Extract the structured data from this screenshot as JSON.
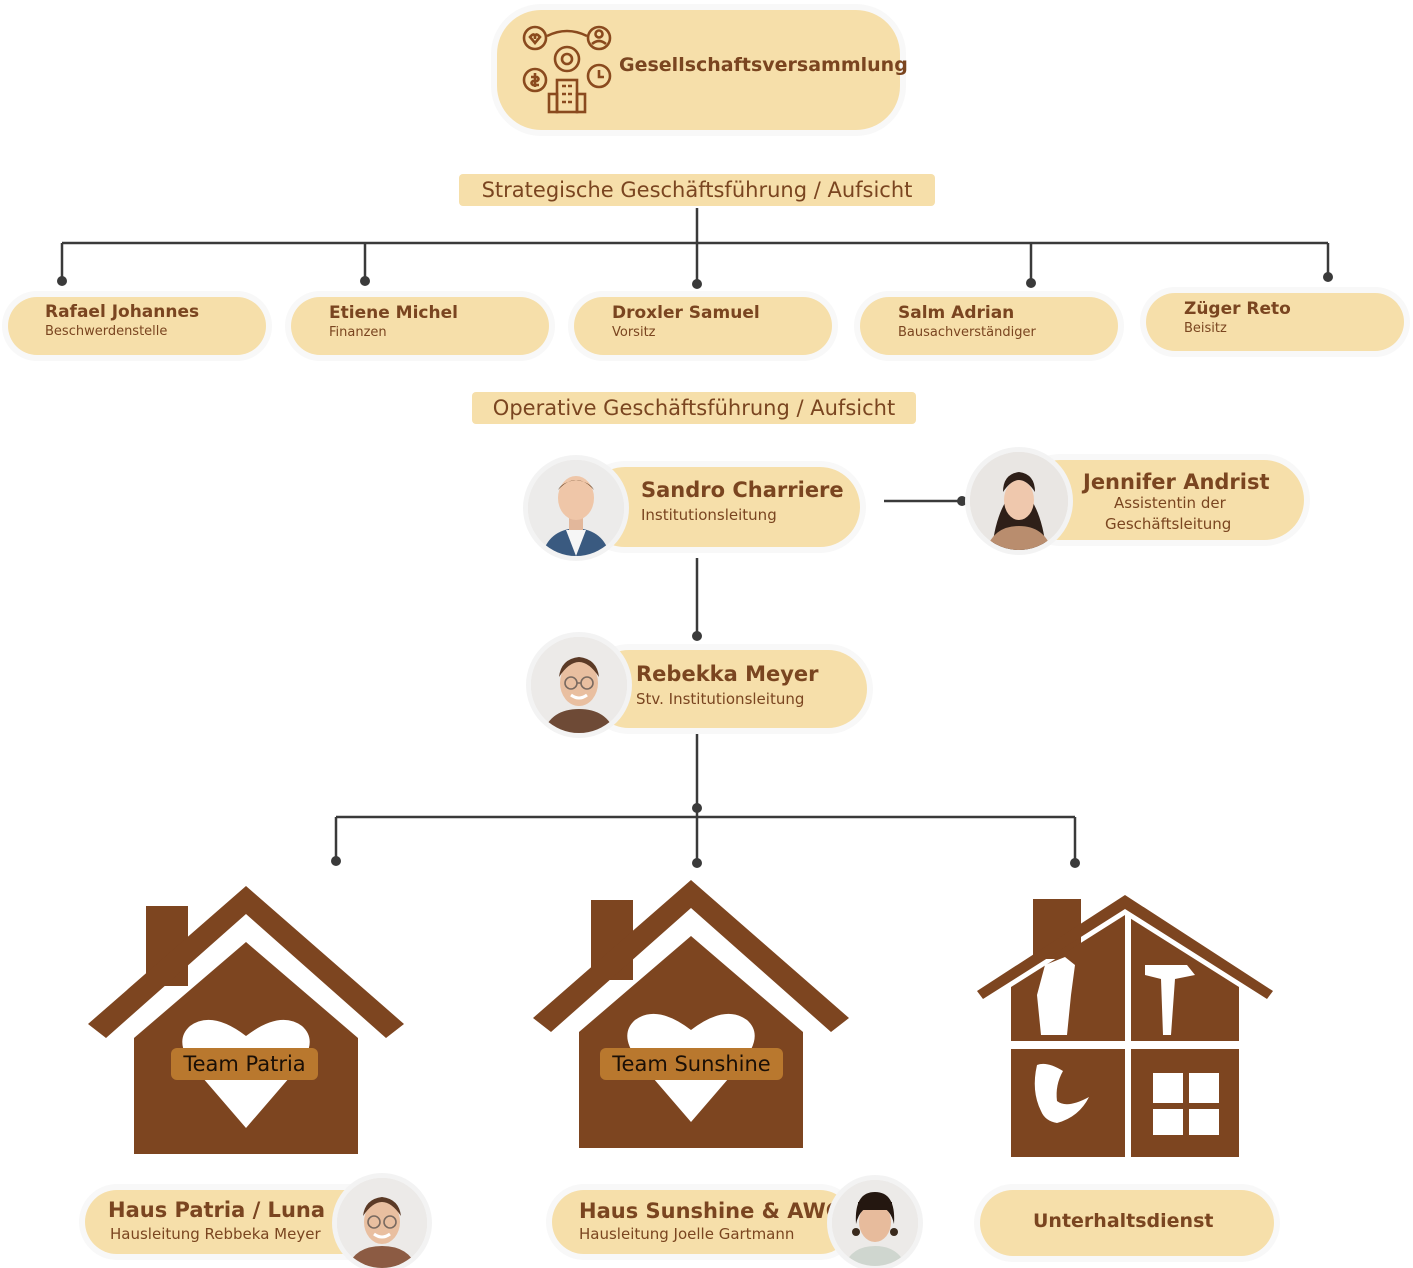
{
  "top": {
    "title": "Gesellschaftsversammlung",
    "icon": "governance-icon"
  },
  "strategic": {
    "banner": "Strategische Geschäftsführung / Aufsicht",
    "members": [
      {
        "name": "Rafael Johannes",
        "role": "Beschwerdenstelle"
      },
      {
        "name": "Etiene Michel",
        "role": "Finanzen"
      },
      {
        "name": "Droxler Samuel",
        "role": "Vorsitz"
      },
      {
        "name": "Salm Adrian",
        "role": "Bausachverständiger"
      },
      {
        "name": "Züger Reto",
        "role": "Beisitz"
      }
    ]
  },
  "operative": {
    "banner": "Operative Geschäftsführung / Aufsicht",
    "lead": {
      "name": "Sandro Charriere",
      "role": "Institutionsleitung"
    },
    "assistant": {
      "name": "Jennifer Andrist",
      "role_line1": "Assistentin der",
      "role_line2": "Geschäftsleitung"
    },
    "deputy": {
      "name": "Rebekka Meyer",
      "role": "Stv. Institutionsleitung"
    }
  },
  "units": [
    {
      "team": "Team Patria",
      "house": "Haus Patria / Luna",
      "lead": "Hausleitung Rebbeka Meyer",
      "icon": "house-heart-icon"
    },
    {
      "team": "Team Sunshine",
      "house": "Haus Sunshine & AWG's",
      "lead": "Hausleitung Joelle Gartmann",
      "icon": "house-heart-icon"
    },
    {
      "house": "Unterhaltsdienst",
      "icon": "house-maintenance-icon"
    }
  ],
  "colors": {
    "pill": "#f6dfaa",
    "brown": "#7d4520",
    "label": "#b9782e",
    "line": "#333333"
  }
}
